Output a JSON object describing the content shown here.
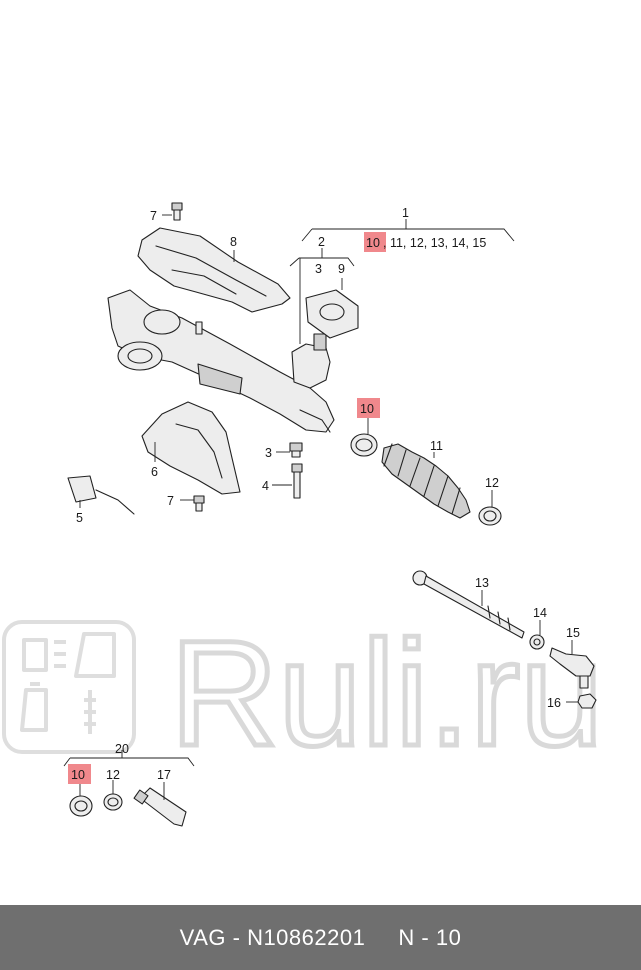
{
  "diagram": {
    "labels": {
      "l1": "1",
      "l1_hl": "10",
      "l1_rest": ", 11, 12, 13, 14, 15",
      "l2": "2",
      "l3a": "3",
      "l9": "9",
      "l8": "8",
      "l7a": "7",
      "l6": "6",
      "l7b": "7",
      "l5": "5",
      "l3b": "3",
      "l4": "4",
      "l10a": "10",
      "l11": "11",
      "l12a": "12",
      "l13": "13",
      "l14": "14",
      "l15": "15",
      "l16": "16",
      "l20": "20",
      "l10b": "10",
      "l12b": "12",
      "l17": "17"
    },
    "highlight_color": "#f0888c",
    "watermark_text": "Ruli.ru"
  },
  "footer": {
    "brand": "VAG",
    "sep": " - ",
    "part_number": "N10862201",
    "gap": "     ",
    "ref": "N - 10"
  }
}
